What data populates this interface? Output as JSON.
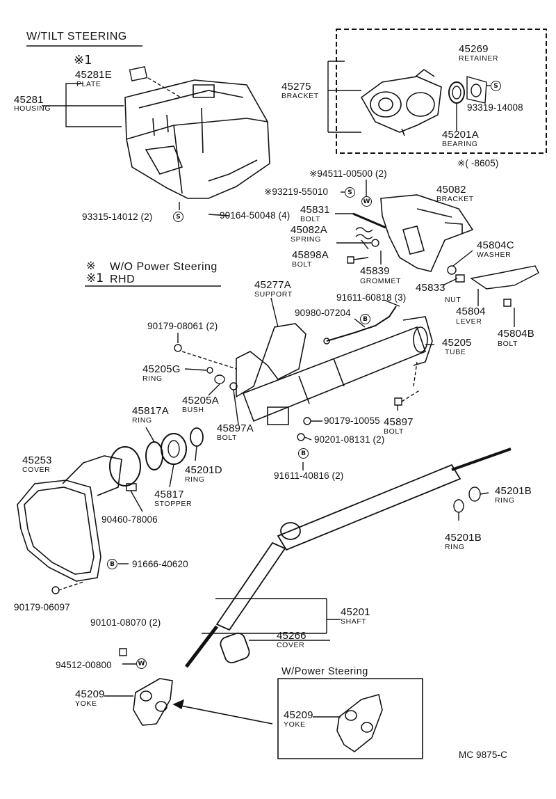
{
  "headers": {
    "tilt": "W/TILT STEERING",
    "wo_power": "W/O Power Steering",
    "rhd": "RHD",
    "w_power": "W/Power Steering",
    "ref_code": "MC 9875-C"
  },
  "notes": {
    "mark1_a": "※1",
    "mark_a": "※",
    "mark1_b": "※1",
    "range": "※(      -8605)"
  },
  "parts": {
    "p45281E": {
      "num": "45281E",
      "name": "PLATE"
    },
    "p45281": {
      "num": "45281",
      "name": "HOUSING"
    },
    "p93315": {
      "num": "93315-14012 (2)"
    },
    "p90164": {
      "num": "90164-50048 (4)"
    },
    "p45275": {
      "num": "45275",
      "name": "BRACKET"
    },
    "p45269": {
      "num": "45269",
      "name": "RETAINER"
    },
    "p93319": {
      "num": "93319-14008"
    },
    "p45201A": {
      "num": "45201A",
      "name": "BEARING"
    },
    "p94511": {
      "num": "※94511-00500 (2)"
    },
    "p93219": {
      "num": "※93219-55010"
    },
    "p45082": {
      "num": "45082",
      "name": "BRACKET"
    },
    "p45831": {
      "num": "45831",
      "name": "BOLT"
    },
    "p45082A": {
      "num": "45082A",
      "name": "SPRING"
    },
    "p45898A": {
      "num": "45898A",
      "name": "BOLT"
    },
    "p45839": {
      "num": "45839",
      "name": "GROMMET"
    },
    "p45804C": {
      "num": "45804C",
      "name": "WASHER"
    },
    "p45833": {
      "num": "45833",
      "name": "NUT"
    },
    "p45804": {
      "num": "45804",
      "name": "LEVER"
    },
    "p45804B": {
      "num": "45804B",
      "name": "BOLT"
    },
    "p45277A": {
      "num": "45277A",
      "name": "SUPPORT"
    },
    "p91611_60818": {
      "num": "91611-60818 (3)"
    },
    "p90980": {
      "num": "90980-07204"
    },
    "p90179_08061": {
      "num": "90179-08061 (2)"
    },
    "p45205G": {
      "num": "45205G",
      "name": "RING"
    },
    "p45205A": {
      "num": "45205A",
      "name": "BUSH"
    },
    "p45897A": {
      "num": "45897A",
      "name": "BOLT"
    },
    "p45205": {
      "num": "45205",
      "name": "TUBE"
    },
    "p90179_10055": {
      "num": "90179-10055"
    },
    "p45897": {
      "num": "45897",
      "name": "BOLT"
    },
    "p90201": {
      "num": "90201-08131 (2)"
    },
    "p91611_40816": {
      "num": "91611-40816 (2)"
    },
    "p45817A": {
      "num": "45817A",
      "name": "RING"
    },
    "p45253": {
      "num": "45253",
      "name": "COVER"
    },
    "p45201D": {
      "num": "45201D",
      "name": "RING"
    },
    "p45817": {
      "num": "45817",
      "name": "STOPPER"
    },
    "p90460": {
      "num": "90460-78006"
    },
    "p45201B_a": {
      "num": "45201B",
      "name": "RING"
    },
    "p45201B_b": {
      "num": "45201B",
      "name": "RING"
    },
    "p91666": {
      "num": "91666-40620"
    },
    "p90179_06097": {
      "num": "90179-06097"
    },
    "p45201": {
      "num": "45201",
      "name": "SHAFT"
    },
    "p90101": {
      "num": "90101-08070 (2)"
    },
    "p45266": {
      "num": "45266",
      "name": "COVER"
    },
    "p94512": {
      "num": "94512-00800"
    },
    "p45209_a": {
      "num": "45209",
      "name": "YOKE"
    },
    "p45209_b": {
      "num": "45209",
      "name": "YOKE"
    }
  },
  "symbols": {
    "s": "S",
    "w": "W",
    "b": "B"
  }
}
